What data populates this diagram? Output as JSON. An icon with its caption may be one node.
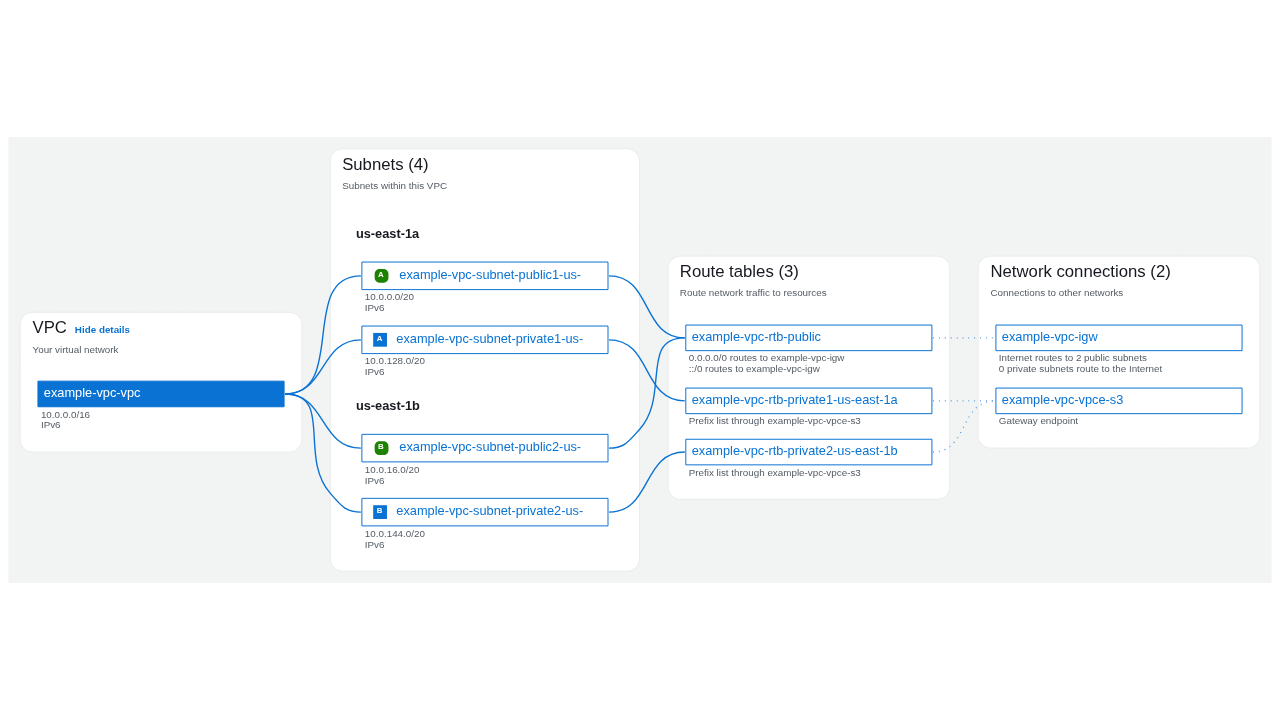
{
  "diagram": {
    "nodes": [
      {
        "text": [
          "VPC",
          "Hide details",
          "Your virtual network"
        ]
      },
      {
        "text": [
          "example-vpc-vpc"
        ],
        "in": 0,
        "beside": [
          "10.0.0.0/16",
          "IPv6"
        ]
      },
      {
        "text": [
          "Subnets (4)",
          "Subnets within this VPC"
        ]
      },
      {
        "text": [
          "A",
          "example-vpc-subnet-public1-us-"
        ],
        "in": 2,
        "beside": [
          "10.0.0.0/20",
          "IPv6"
        ]
      },
      {
        "text": [
          "A",
          "example-vpc-subnet-private1-us-"
        ],
        "in": 2,
        "beside": [
          "10.0.128.0/20",
          "IPv6"
        ]
      },
      {
        "text": [
          "B",
          "example-vpc-subnet-public2-us-"
        ],
        "in": 2,
        "beside": [
          "10.0.16.0/20",
          "IPv6"
        ]
      },
      {
        "text": [
          "B",
          "example-vpc-subnet-private2-us-"
        ],
        "in": 2,
        "beside": [
          "10.0.144.0/20",
          "IPv6"
        ]
      },
      {
        "text": [
          "Route tables (3)",
          "Route network traffic to resources"
        ]
      },
      {
        "text": [
          "example-vpc-rtb-public"
        ],
        "in": 7,
        "beside": [
          "0.0.0.0/0 routes to example-vpc-igw",
          "::/0 routes to example-vpc-igw"
        ]
      },
      {
        "text": [
          "example-vpc-rtb-private1-us-east-1a"
        ],
        "in": 7,
        "beside": [
          "Prefix list through example-vpc-vpce-s3"
        ]
      },
      {
        "text": [
          "example-vpc-rtb-private2-us-east-1b"
        ],
        "in": 7,
        "beside": [
          "Prefix list through example-vpc-vpce-s3"
        ]
      },
      {
        "text": [
          "Network connections (2)",
          "Connections to other networks"
        ]
      },
      {
        "text": [
          "example-vpc-igw"
        ],
        "in": 11,
        "beside": [
          "Internet routes to 2 public subnets",
          "0 private subnets route to the Internet"
        ]
      },
      {
        "text": [
          "example-vpc-vpce-s3"
        ],
        "in": 11,
        "beside": [
          "Gateway endpoint"
        ]
      }
    ],
    "edges": [
      {
        "from": 1,
        "to": 3,
        "arrow": "none"
      },
      {
        "from": 1,
        "to": 4,
        "arrow": "none"
      },
      {
        "from": 1,
        "to": 5,
        "arrow": "none"
      },
      {
        "from": 1,
        "to": 6,
        "arrow": "none"
      },
      {
        "from": 3,
        "to": 8,
        "arrow": "none"
      },
      {
        "from": 4,
        "to": 9,
        "arrow": "none"
      },
      {
        "from": 5,
        "to": 8,
        "arrow": "none"
      },
      {
        "from": 6,
        "to": 10,
        "arrow": "none"
      },
      {
        "from": 8,
        "to": 12,
        "arrow": "none",
        "style": "dashed"
      },
      {
        "from": 9,
        "to": 13,
        "arrow": "none",
        "style": "dashed"
      },
      {
        "from": 10,
        "to": 13,
        "arrow": "none",
        "style": "dashed"
      }
    ],
    "labels": [
      "us-east-1a",
      "us-east-1b"
    ]
  }
}
